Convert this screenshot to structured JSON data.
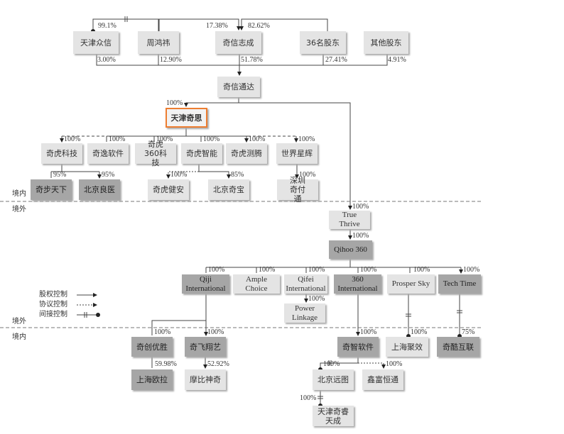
{
  "nodes": {
    "tianjin_zhongxin": "天津众信",
    "zhou_hongyi": "周鸿祎",
    "qixin_zhicheng": "奇信志成",
    "shareholders_36": "36名股东",
    "other_shareholders": "其他股东",
    "qixin_tongda": "奇信通达",
    "tianjin_qisi": "天津奇思",
    "qihu_keji": "奇虎科技",
    "qiyi_ruanjian": "奇逸软件",
    "qihu_360_keji": "奇虎360科技",
    "qihu_zhineng": "奇虎智能",
    "qihu_ceteng": "奇虎测腾",
    "shijie_xinghui": "世界星辉",
    "qibu_tianxia": "奇步天下",
    "beijing_liangyi": "北京良医",
    "qihu_jianan": "奇虎健安",
    "beijing_qibao": "北京奇宝",
    "shenzhen_qifutong": "深圳奇付通",
    "true_thrive": "True Thrive",
    "qihoo_360": "Qihoo 360",
    "qiji_international": "Qiji International",
    "ample_choice": "Ample Choice",
    "qifei_international": "Qifei International",
    "international_360": "360 International",
    "prosper_sky": "Prosper Sky",
    "tech_time": "Tech Time",
    "power_linkage": "Power Linkage",
    "qichuang_yousheng": "奇创优胜",
    "qifei_xiangyi": "奇飞翔艺",
    "qizhi_ruanjian": "奇智软件",
    "shanghai_jujiao": "上海聚效",
    "qiku_hulian": "奇酷互联",
    "shanghai_oula": "上海欧拉",
    "mobi_shenqi": "摩比神奇",
    "beijing_yuantu": "北京远图",
    "xinfu_hengtong": "鑫富恒通",
    "tianjin_qirui_tiancheng": "天津奇睿天成"
  },
  "percentages": {
    "zhou_to_zhongxin": "99.1%",
    "zhou_to_zhicheng": "17.38%",
    "s36_to_zhicheng": "82.62%",
    "zhongxin_to_tongda": "3.00%",
    "zhou_to_tongda": "12.90%",
    "zhicheng_to_tongda": "51.78%",
    "s36_to_tongda": "27.41%",
    "other_to_tongda": "4.91%",
    "tongda_to_qisi": "100%",
    "qisi_to_keji": "100%",
    "qisi_to_yi": "100%",
    "qisi_to_360keji": "100%",
    "qisi_to_zhineng": "100%",
    "qisi_to_ceteng": "100%",
    "qisi_to_xinghui": "100%",
    "keji_to_qibu": "95%",
    "keji_to_liangyi": "95%",
    "zhineng_to_jianan": "100%",
    "zhineng_to_qibao": "85%",
    "xinghui_to_qifutong": "100%",
    "tongda_to_truethrive": "100%",
    "truethrive_to_qihoo": "100%",
    "qihoo_to_qiji": "100%",
    "qihoo_to_ample": "100%",
    "qihoo_to_qifei": "100%",
    "qihoo_to_360intl": "100%",
    "qihoo_to_prosper": "100%",
    "qihoo_to_techtime": "100%",
    "qifei_to_power": "100%",
    "qiji_to_qichuang": "100%",
    "qiji_to_qifeixiangyi": "100%",
    "intl360_to_qizhi": "100%",
    "prosper_to_jujiao": "100%",
    "techtime_to_qiku": "75%",
    "qichuang_to_oula": "59.98%",
    "qifeixiangyi_to_mobi": "52.92%",
    "qizhi_to_yuantu": "100%",
    "qizhi_to_xinfu": "100%",
    "yuantu_to_qirui": "100%"
  },
  "zones": {
    "domestic_upper": "境内",
    "overseas_upper": "境外",
    "overseas_lower": "境外",
    "domestic_lower": "境内"
  },
  "legend": {
    "equity_control": "股权控制",
    "agreement_control": "协议控制",
    "indirect_control": "间接控制"
  },
  "colors": {
    "node_light": "#e4e4e4",
    "node_dark": "#a6a6a6",
    "highlight_border": "#ed7d31",
    "line": "#333333"
  }
}
